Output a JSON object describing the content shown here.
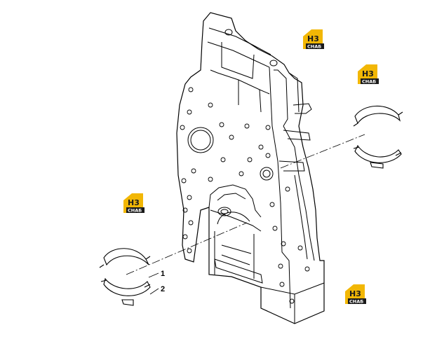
{
  "diagram": {
    "callouts": [
      {
        "label": "1"
      },
      {
        "label": "2"
      }
    ]
  },
  "watermark": {
    "brand_top": "H3",
    "brand_bottom": "CHAБ",
    "colors": {
      "gold": "#F2B705",
      "dark": "#1a1a1a",
      "white": "#ffffff"
    }
  },
  "colors": {
    "line": "#000000",
    "background": "#ffffff"
  }
}
